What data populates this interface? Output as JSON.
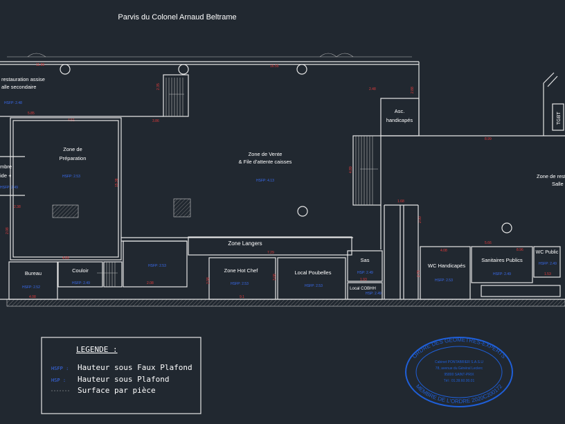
{
  "street_name": "Parvis du Colonel Arnaud Beltrame",
  "rooms": {
    "restauration": [
      "restauration assise",
      "alle secondaire"
    ],
    "preparation": [
      "Zone de",
      "Préparation"
    ],
    "chambre": [
      "mbre",
      "ide +"
    ],
    "vente": [
      "Zone de Vente",
      "& File d'attente caisses"
    ],
    "asc": [
      "Asc.",
      "handicapés"
    ],
    "tgbt": "TGBT",
    "restauration_right": [
      "Zone de rest",
      "Salle"
    ],
    "zone_langers": "Zone Langers",
    "bureau": "Bureau",
    "couloir": "Couloir",
    "zone_hotchef": "Zone Hot Chef",
    "local_poubelles": "Local Poubelles",
    "sas": "Sas",
    "local_cobhh": "Local COBHH",
    "wc_handicapes": "WC Handicapés",
    "sanitaires_publics": "Sanitaires Publics",
    "wc_public": "WC Public"
  },
  "labels_blue": {
    "resto": "HSFP: 2.48",
    "prep": "HSFP: 2.53",
    "vente": "HSFP: 4.13",
    "chambre": "HSFP: 2.49",
    "bureau": "HSFP: 2.52",
    "couloir": "HSFP: 2.49",
    "mid": "HSFP: 2.53",
    "hotchef": "HSFP: 2.53",
    "poubelles": "HSFP: 2.53",
    "sas": "HSP: 2.49",
    "cobhh": "HSP: 2.49",
    "wch": "HSFP: 2.53",
    "sanit": "HSFP: 2.49",
    "wcp": "HSFP: 2.49"
  },
  "legend": {
    "title": "LEGENDE :",
    "items": [
      {
        "key": "HSFP :",
        "text": "Hauteur sous Faux Plafond"
      },
      {
        "key": "HSP :",
        "text": "Hauteur sous Plafond"
      },
      {
        "key": "",
        "text": "Surface par pièce"
      }
    ]
  },
  "stamp": {
    "outer": "ORDRE DES GÉOMÈTRES-EXPERTS",
    "bottom": "MEMBRE DE L'ORDRE 2020C200172",
    "lines": [
      "Cabinet PONTABRIER S.A.S.U",
      "78, avenue du Général Leclerc",
      "95800 SAINT-PRIX",
      "Tél : 01.39.60.00.01"
    ]
  },
  "colors": {
    "background": "#212830",
    "walls": "#e6e6e6",
    "dimensions": "#e23b3b",
    "heights": "#3a6cf0",
    "stamp": "#1f5fd8"
  }
}
